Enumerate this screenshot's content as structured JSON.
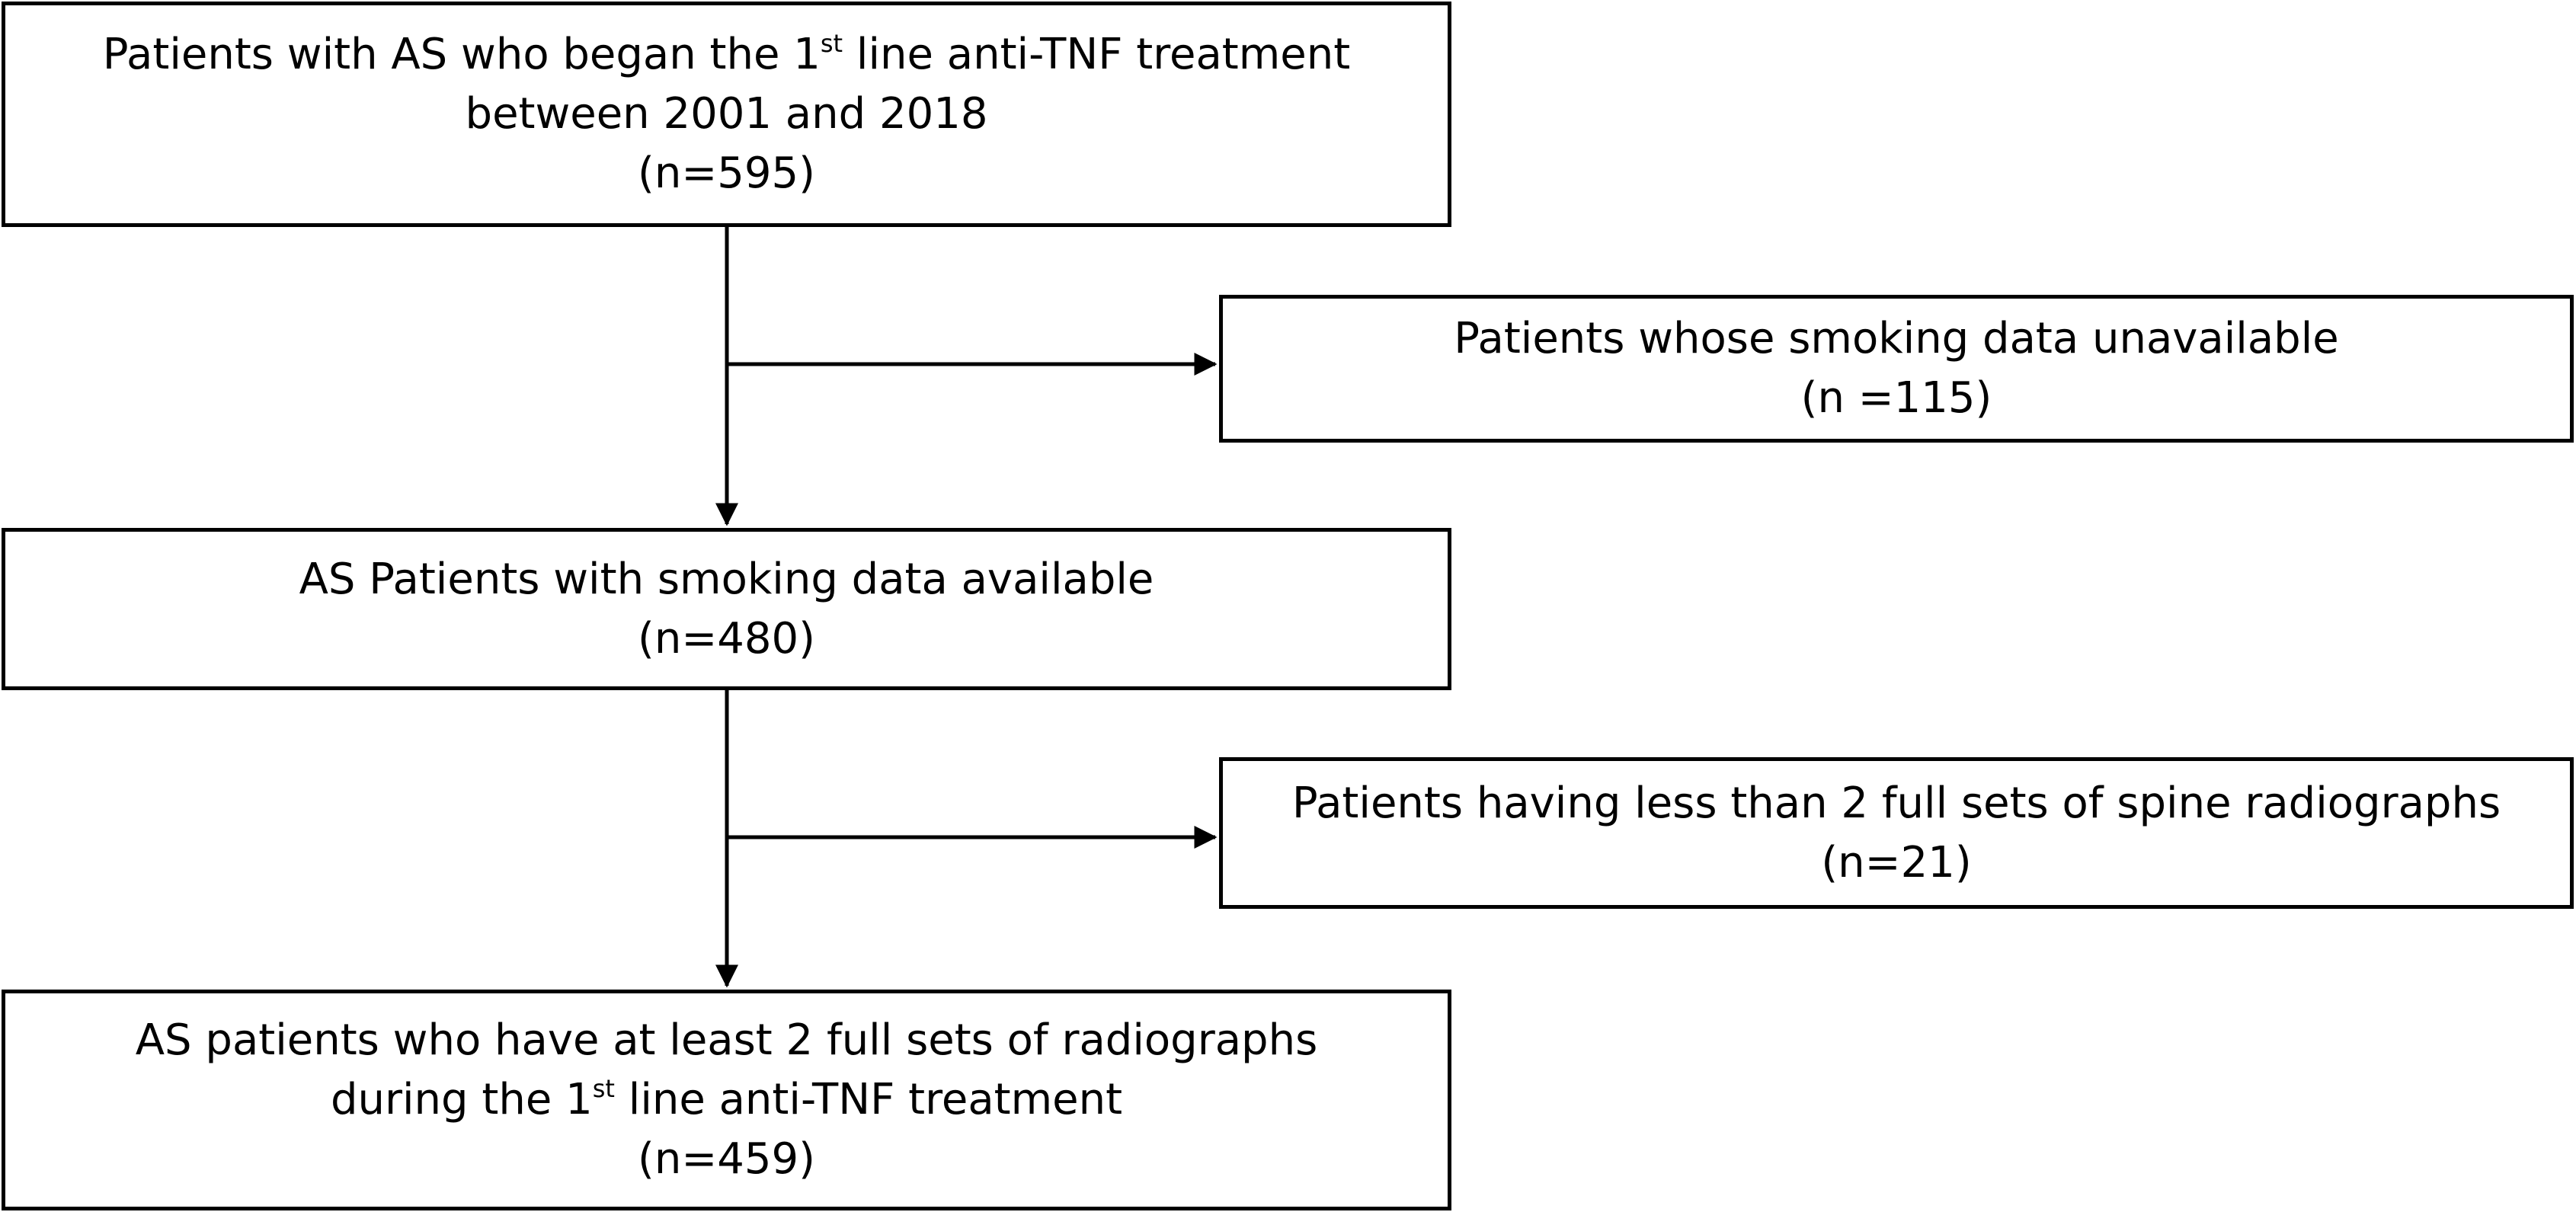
{
  "flowchart": {
    "box1": {
      "line1_a": "Patients with AS who began the 1",
      "line1_sup": "st",
      "line1_b": " line anti-TNF treatment",
      "line2": "between 2001 and 2018",
      "line3": "(n=595)"
    },
    "box2": {
      "line1": "Patients whose smoking data unavailable",
      "line2": "(n =115)"
    },
    "box3": {
      "line1": "AS Patients with smoking data available",
      "line2": "(n=480)"
    },
    "box4": {
      "line1": "Patients having less than 2 full sets of spine radiographs",
      "line2": "(n=21)"
    },
    "box5": {
      "line1": "AS patients who have at least 2 full sets of radiographs",
      "line2_a": "during the 1",
      "line2_sup": "st",
      "line2_b": " line anti-TNF treatment",
      "line3": "(n=459)"
    }
  },
  "colors": {
    "stroke": "#000000",
    "background": "#ffffff",
    "text": "#000000"
  }
}
